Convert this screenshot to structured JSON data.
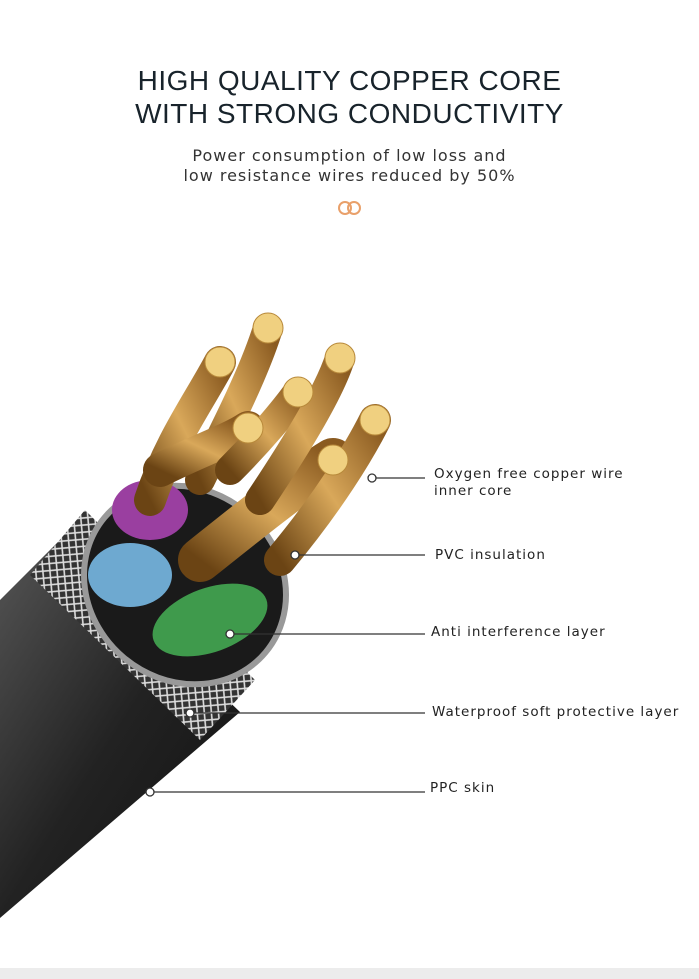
{
  "header": {
    "title_line1": "HIGH QUALITY COPPER CORE",
    "title_line2": "WITH STRONG CONDUCTIVITY",
    "subtitle_line1": "Power consumption of low loss and",
    "subtitle_line2": "low resistance wires reduced by 50%",
    "accent_color": "#e9a06a"
  },
  "callouts": [
    {
      "line1": "Oxygen free copper wire",
      "line2": "inner core"
    },
    {
      "line1": "PVC insulation"
    },
    {
      "line1": "Anti interference layer"
    },
    {
      "line1": "Waterproof soft protective layer"
    },
    {
      "line1": "PPC skin"
    }
  ]
}
